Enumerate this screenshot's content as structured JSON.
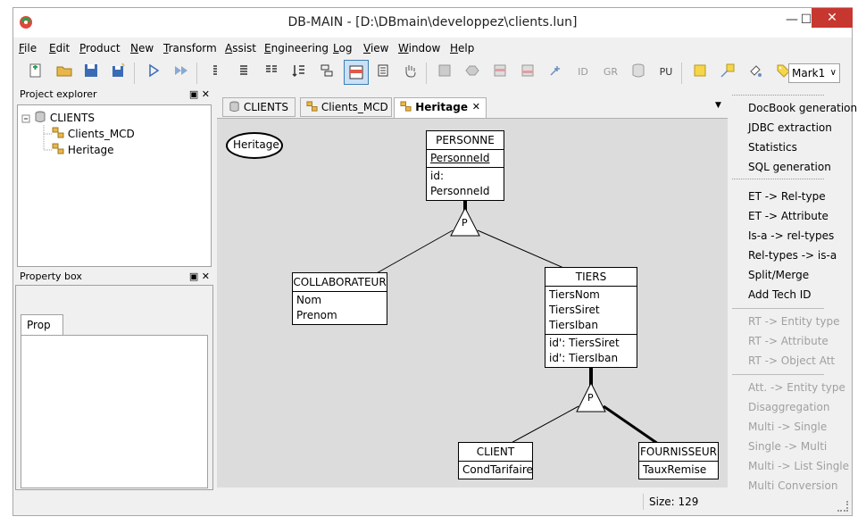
{
  "window": {
    "title": "DB-MAIN  - [D:\\DBmain\\developpez\\clients.lun]",
    "minimize": "—",
    "maximize": "☐",
    "close": "✕"
  },
  "menu": [
    {
      "first": "F",
      "rest": "ile"
    },
    {
      "first": "E",
      "rest": "dit"
    },
    {
      "first": "P",
      "rest": "roduct"
    },
    {
      "first": "N",
      "rest": "ew"
    },
    {
      "first": "T",
      "rest": "ransform"
    },
    {
      "first": "A",
      "rest": "ssist"
    },
    {
      "first": "E",
      "rest": "ngineering"
    },
    {
      "first": "L",
      "rest": "og"
    },
    {
      "first": "V",
      "rest": "iew"
    },
    {
      "first": "W",
      "rest": "indow"
    },
    {
      "first": "H",
      "rest": "elp"
    }
  ],
  "toolbar": {
    "id_label": "ID",
    "gr_label": "GR",
    "pu_label": "PU",
    "mark_select": "Mark1"
  },
  "project_explorer": {
    "title": "Project explorer",
    "root": "CLIENTS",
    "children": [
      "Clients_MCD",
      "Heritage"
    ]
  },
  "property_box": {
    "title": "Property box",
    "tab": "Prop"
  },
  "pane_buttons": "▣ ✕",
  "doc_tabs": [
    {
      "label": "CLIENTS"
    },
    {
      "label": "Clients_MCD"
    },
    {
      "label": "Heritage",
      "close": "✕"
    }
  ],
  "diagram": {
    "schema_label": "Heritage",
    "isa_label": "P",
    "entities": {
      "personne": {
        "name": "PERSONNE",
        "attrs": [
          "PersonneId"
        ],
        "ids": [
          "id: PersonneId"
        ]
      },
      "collaborateur": {
        "name": "COLLABORATEUR",
        "attrs": [
          "Nom",
          "Prenom"
        ]
      },
      "tiers": {
        "name": "TIERS",
        "attrs": [
          "TiersNom",
          "TiersSiret",
          "TiersIban"
        ],
        "ids": [
          "id': TiersSiret",
          "id': TiersIban"
        ]
      },
      "client": {
        "name": "CLIENT",
        "attrs": [
          "CondTarifaire"
        ]
      },
      "fournisseur": {
        "name": "FOURNISSEUR",
        "attrs": [
          "TauxRemise"
        ]
      }
    }
  },
  "side_panel": {
    "group1": [
      "DocBook generation",
      "JDBC extraction",
      "Statistics",
      "SQL generation"
    ],
    "group2": [
      "ET -> Rel-type",
      "ET -> Attribute",
      "Is-a -> rel-types",
      "Rel-types -> is-a",
      "Split/Merge",
      "Add Tech ID"
    ],
    "group3": [
      "RT -> Entity type",
      "RT -> Attribute",
      "RT -> Object Att"
    ],
    "group4": [
      "Att. -> Entity type",
      "Disaggregation",
      "Multi -> Single",
      "Single -> Multi",
      "Multi -> List Single",
      "Multi Conversion"
    ]
  },
  "status": {
    "size": "Size: 129"
  },
  "colors": {
    "accent": "#3c7fb1",
    "close_red": "#c7372f",
    "canvas": "#dcdcdc"
  }
}
